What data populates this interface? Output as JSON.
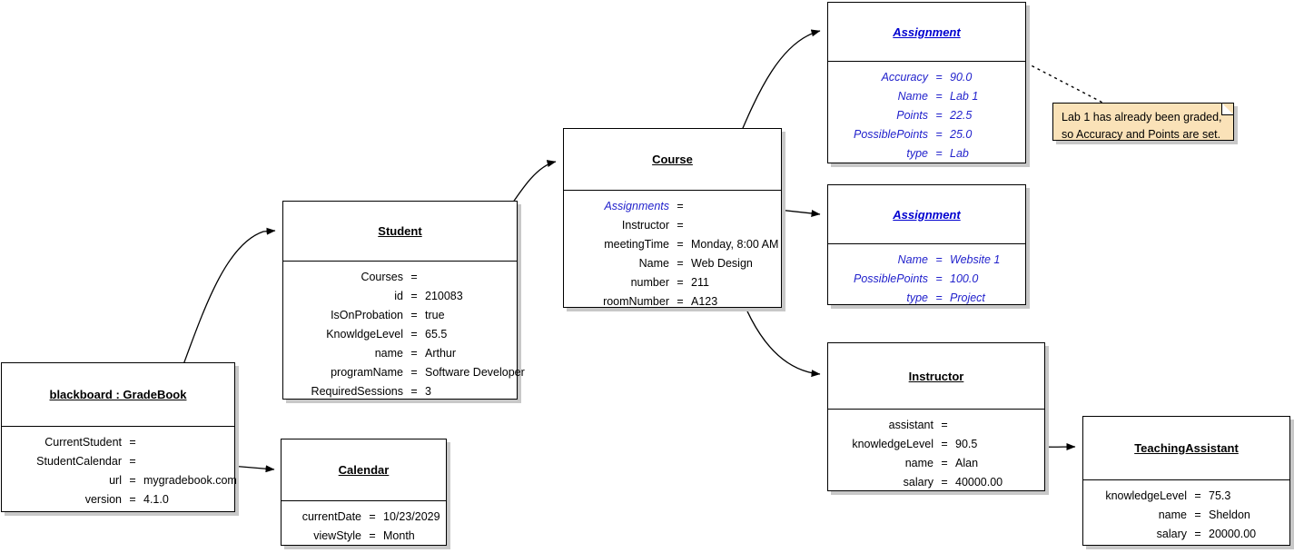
{
  "diagram": {
    "type": "uml-object-diagram",
    "title": "GradeBook object diagram",
    "colors": {
      "box_border": "#000000",
      "box_fill": "#ffffff",
      "shadow": "#c8c8c8",
      "blue_text": "#2222cc",
      "note_fill": "#fae2b8",
      "line": "#000000"
    }
  },
  "objects": {
    "gradebook": {
      "title": "blackboard : GradeBook",
      "style": "black",
      "attributes": [
        {
          "name": "CurrentStudent",
          "eq": "=",
          "value": ""
        },
        {
          "name": "StudentCalendar",
          "eq": "=",
          "value": ""
        },
        {
          "name": "url",
          "eq": "=",
          "value": "mygradebook.com"
        },
        {
          "name": "version",
          "eq": "=",
          "value": "4.1.0"
        }
      ]
    },
    "student": {
      "title": "Student",
      "style": "black",
      "attributes": [
        {
          "name": "Courses",
          "eq": "=",
          "value": ""
        },
        {
          "name": "id",
          "eq": "=",
          "value": "210083"
        },
        {
          "name": "IsOnProbation",
          "eq": "=",
          "value": "true"
        },
        {
          "name": "KnowldgeLevel",
          "eq": "=",
          "value": "65.5"
        },
        {
          "name": "name",
          "eq": "=",
          "value": "Arthur"
        },
        {
          "name": "programName",
          "eq": "=",
          "value": "Software Developer"
        },
        {
          "name": "RequiredSessions",
          "eq": "=",
          "value": "3"
        }
      ]
    },
    "calendar": {
      "title": "Calendar",
      "style": "black",
      "attributes": [
        {
          "name": "currentDate",
          "eq": "=",
          "value": "10/23/2029"
        },
        {
          "name": "viewStyle",
          "eq": "=",
          "value": "Month"
        }
      ]
    },
    "course": {
      "title": "Course",
      "style": "black",
      "attributes": [
        {
          "name": "Assignments",
          "eq": "=",
          "value": "",
          "name_blue": true
        },
        {
          "name": "Instructor",
          "eq": "=",
          "value": ""
        },
        {
          "name": "meetingTime",
          "eq": "=",
          "value": "Monday, 8:00 AM"
        },
        {
          "name": "Name",
          "eq": "=",
          "value": "Web Design"
        },
        {
          "name": "number",
          "eq": "=",
          "value": "211"
        },
        {
          "name": "roomNumber",
          "eq": "=",
          "value": "A123"
        }
      ]
    },
    "assignment_lab": {
      "title": "Assignment",
      "style": "blue",
      "attributes": [
        {
          "name": "Accuracy",
          "eq": "=",
          "value": "90.0"
        },
        {
          "name": "Name",
          "eq": "=",
          "value": "Lab 1"
        },
        {
          "name": "Points",
          "eq": "=",
          "value": "22.5"
        },
        {
          "name": "PossiblePoints",
          "eq": "=",
          "value": "25.0"
        },
        {
          "name": "type",
          "eq": "=",
          "value": "Lab"
        }
      ]
    },
    "assignment_project": {
      "title": "Assignment",
      "style": "blue",
      "attributes": [
        {
          "name": "Name",
          "eq": "=",
          "value": "Website 1"
        },
        {
          "name": "PossiblePoints",
          "eq": "=",
          "value": "100.0"
        },
        {
          "name": "type",
          "eq": "=",
          "value": "Project"
        }
      ]
    },
    "instructor": {
      "title": "Instructor",
      "style": "black",
      "attributes": [
        {
          "name": "assistant",
          "eq": "=",
          "value": ""
        },
        {
          "name": "knowledgeLevel",
          "eq": "=",
          "value": "90.5"
        },
        {
          "name": "name",
          "eq": "=",
          "value": "Alan"
        },
        {
          "name": "salary",
          "eq": "=",
          "value": "40000.00"
        }
      ]
    },
    "teaching_assistant": {
      "title": "TeachingAssistant",
      "style": "black",
      "attributes": [
        {
          "name": "knowledgeLevel",
          "eq": "=",
          "value": "75.3"
        },
        {
          "name": "name",
          "eq": "=",
          "value": "Sheldon"
        },
        {
          "name": "salary",
          "eq": "=",
          "value": "20000.00"
        }
      ]
    }
  },
  "note": {
    "text": "Lab 1 has already been graded,\nso Accuracy and Points are set."
  },
  "links": [
    {
      "from": "gradebook.CurrentStudent",
      "to": "student"
    },
    {
      "from": "gradebook.StudentCalendar",
      "to": "calendar"
    },
    {
      "from": "student.Courses",
      "to": "course"
    },
    {
      "from": "course.Assignments",
      "to": "assignment_lab"
    },
    {
      "from": "course.Assignments",
      "to": "assignment_project"
    },
    {
      "from": "course.Instructor",
      "to": "instructor"
    },
    {
      "from": "instructor.assistant",
      "to": "teaching_assistant"
    },
    {
      "from": "note",
      "to": "assignment_lab",
      "style": "dashed"
    }
  ]
}
